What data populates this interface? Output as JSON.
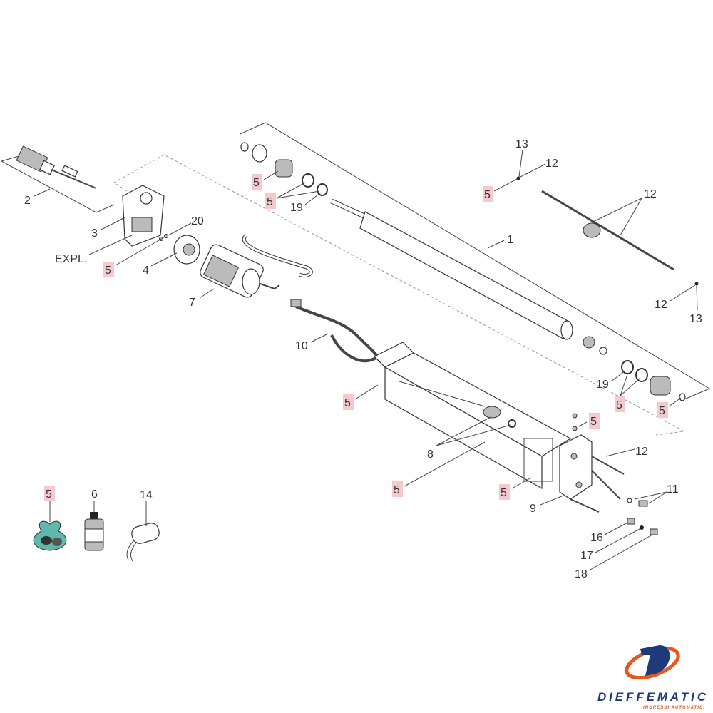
{
  "diagram": {
    "callouts": {
      "c1": "1",
      "c2": "2",
      "c3": "3",
      "expl": "EXPL.",
      "c4": "4",
      "c5": "5",
      "c6": "6",
      "c7": "7",
      "c8": "8",
      "c9": "9",
      "c10": "10",
      "c11": "11",
      "c12": "12",
      "c13": "13",
      "c14": "14",
      "c16": "16",
      "c17": "17",
      "c18": "18",
      "c19": "19",
      "c20": "20"
    },
    "highlight_color": "#f6c9cf"
  },
  "logo": {
    "brand": "DIEFFEMATIC",
    "tagline": "INGRESSI AUTOMATICI",
    "colors": {
      "blue": "#1f3a7a",
      "orange": "#e8571e"
    }
  }
}
